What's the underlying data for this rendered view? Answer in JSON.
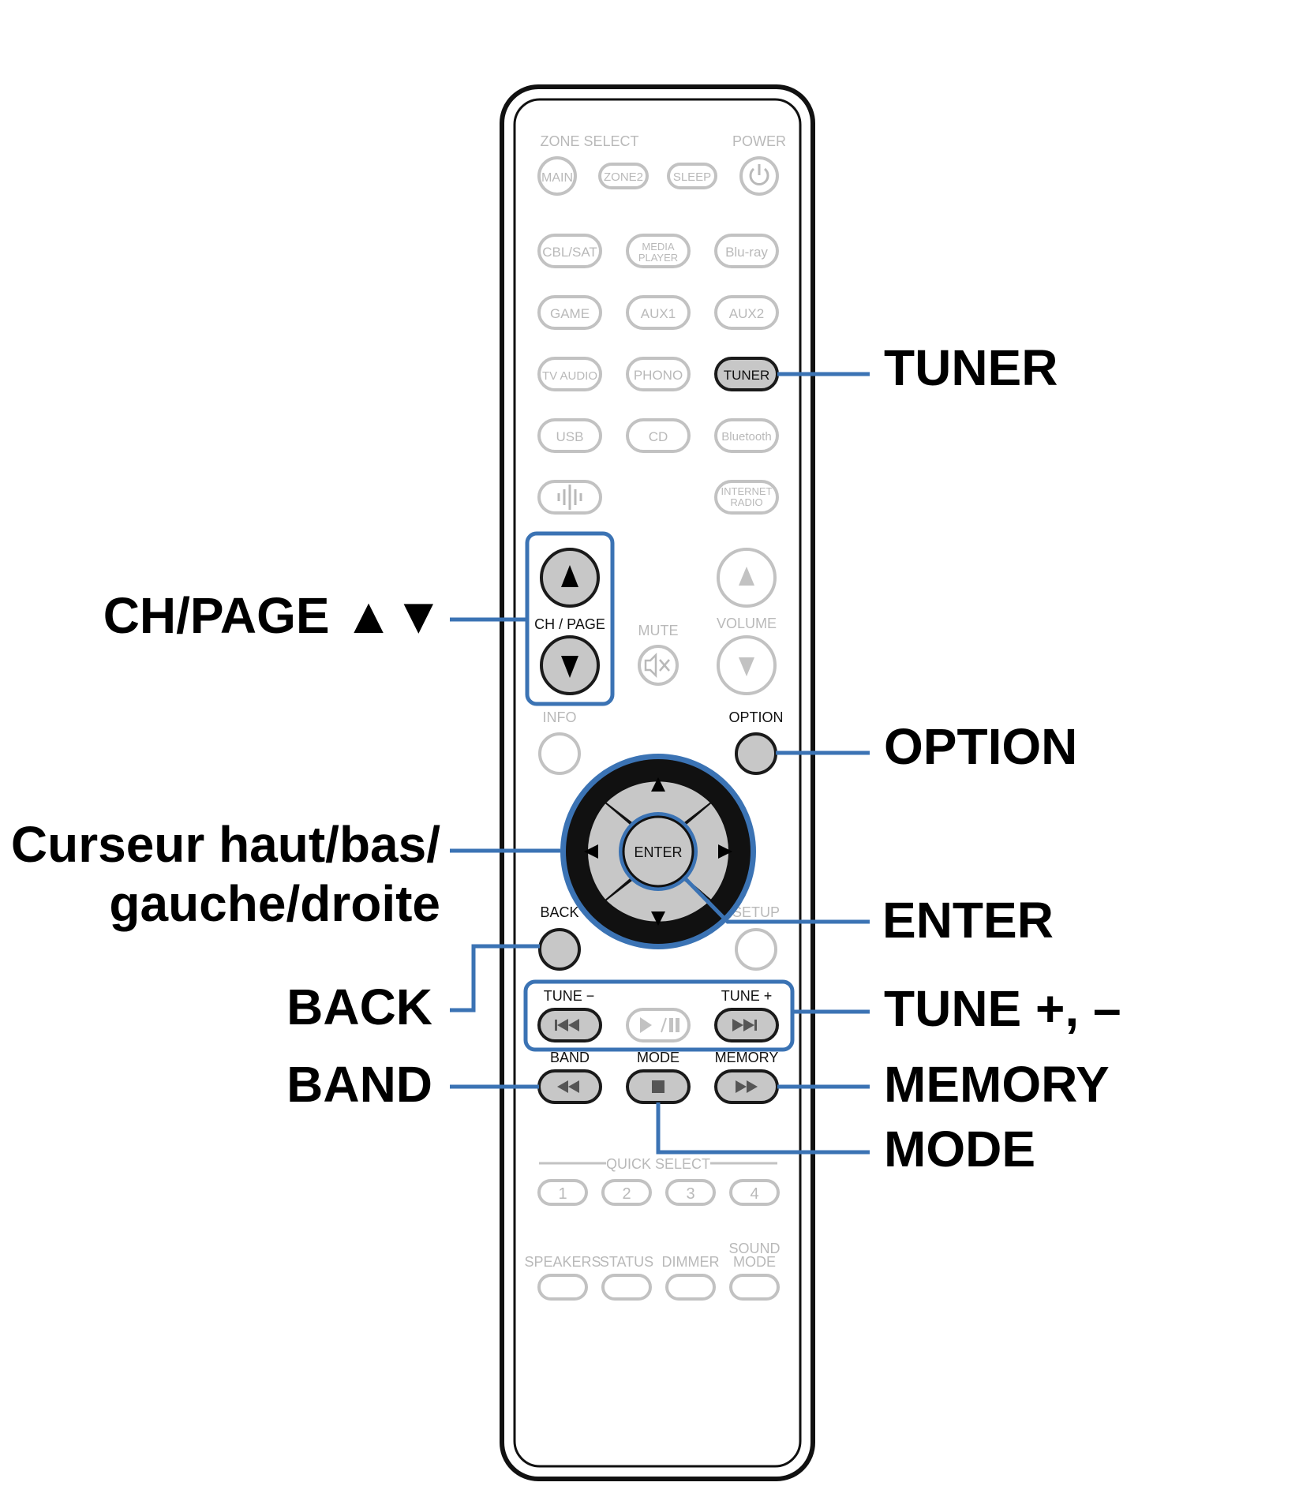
{
  "remote": {
    "zone_select_label": "ZONE SELECT",
    "power_label": "POWER",
    "main_btn": "MAIN",
    "zone2_btn": "ZONE2",
    "sleep_btn": "SLEEP",
    "cbl_sat_btn": "CBL/SAT",
    "media_player_btn_line1": "MEDIA",
    "media_player_btn_line2": "PLAYER",
    "bluray_btn": "Blu-ray",
    "game_btn": "GAME",
    "aux1_btn": "AUX1",
    "aux2_btn": "AUX2",
    "tv_audio_btn": "TV AUDIO",
    "phono_btn": "PHONO",
    "tuner_btn": "TUNER",
    "usb_btn": "USB",
    "cd_btn": "CD",
    "bluetooth_btn": "Bluetooth",
    "internet_radio_btn_line1": "INTERNET",
    "internet_radio_btn_line2": "RADIO",
    "ch_page_label": "CH / PAGE",
    "mute_label": "MUTE",
    "volume_label": "VOLUME",
    "info_label": "INFO",
    "option_label": "OPTION",
    "enter_btn": "ENTER",
    "back_label": "BACK",
    "setup_label": "SETUP",
    "tune_minus_label": "TUNE −",
    "tune_plus_label": "TUNE +",
    "band_label": "BAND",
    "mode_label": "MODE",
    "memory_label": "MEMORY",
    "quick_select_label": "QUICK SELECT",
    "quick_select_buttons": [
      "1",
      "2",
      "3",
      "4"
    ],
    "speakers_label": "SPEAKERS",
    "status_label": "STATUS",
    "dimmer_label": "DIMMER",
    "sound_mode_label_line1": "SOUND",
    "sound_mode_label_line2": "MODE"
  },
  "callouts": {
    "tuner": "TUNER",
    "ch_page": "CH/PAGE ▲▼",
    "option": "OPTION",
    "cursor_line1": "Curseur haut/bas/",
    "cursor_line2": "gauche/droite",
    "enter": "ENTER",
    "back": "BACK",
    "tune": "TUNE +, –",
    "band": "BAND",
    "memory": "MEMORY",
    "mode": "MODE"
  },
  "colors": {
    "leader_line": "#3b73b4",
    "inactive_button": "#c2c2c2",
    "highlighted_button_fill": "#c7c7c7",
    "outline": "#1a1a1a"
  }
}
